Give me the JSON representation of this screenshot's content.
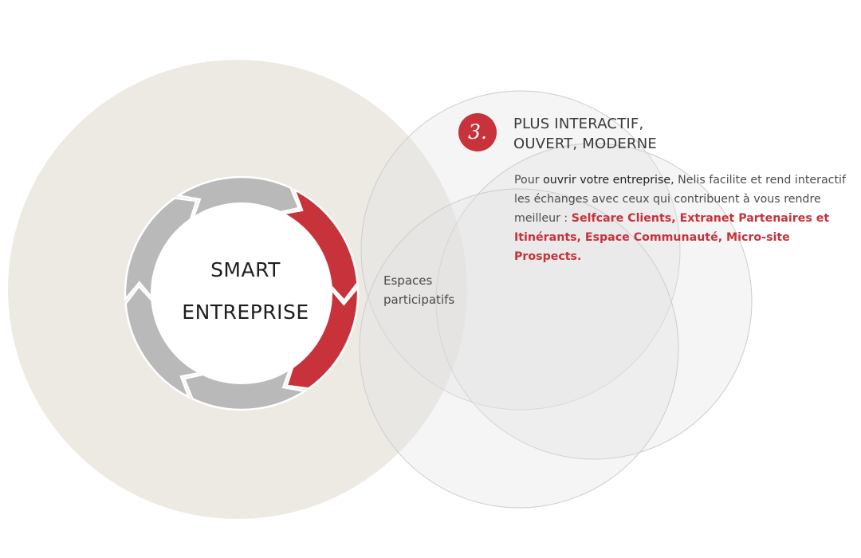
{
  "center": {
    "line1": "SMART",
    "line2": "ENTREPRISE"
  },
  "side_label": {
    "line1": "Espaces",
    "line2": "participatifs"
  },
  "step": {
    "number": "3.",
    "heading_line1": "PLUS INTERACTIF,",
    "heading_line2": "OUVERT, MODERNE"
  },
  "description": {
    "part1": "Pour ",
    "part2": "ouvrir votre entreprise,",
    "part3": " Nelis facilite et rend interactif les échanges avec ceux qui contribuent à vous rendre meilleur : ",
    "part4": "Selfcare Clients, Extranet Partenaires et Itinérants, Espace Communauté, Micro-site Prospects."
  },
  "colors": {
    "accent": "#c8323a",
    "beige": "#edeae3",
    "ring_grey": "#b9b9b9",
    "bubble_fill": "#e3e3e3",
    "bubble_stroke": "#cfcfcf"
  },
  "ring": {
    "segments": 6,
    "highlighted_segments": 2
  }
}
